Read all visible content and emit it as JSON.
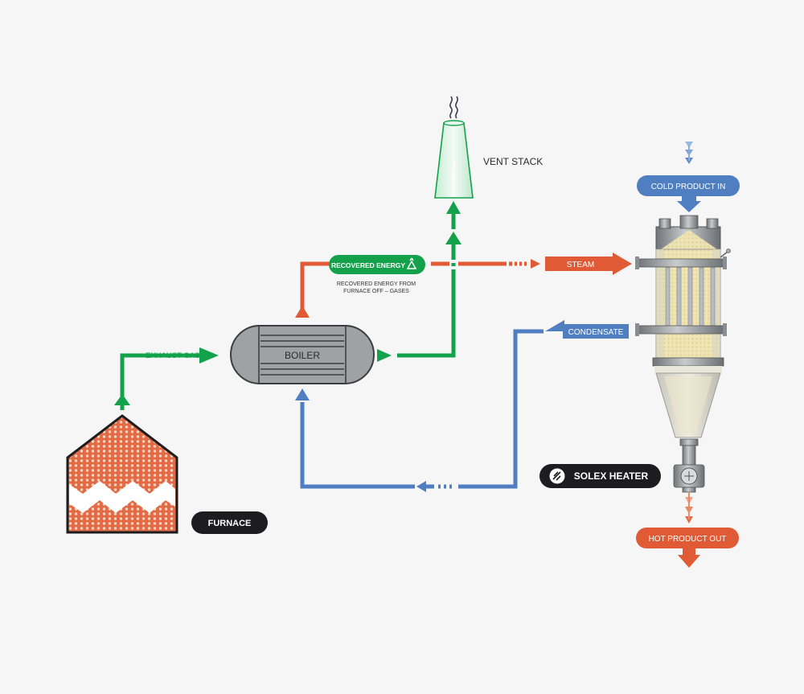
{
  "labels": {
    "vent_stack": "VENT STACK",
    "cold_product_in": "COLD PRODUCT IN",
    "recovered_energy": "RECOVERED ENERGY",
    "recovered_note_line1": "RECOVERED ENERGY FROM",
    "recovered_note_line2": "FURNACE OFF – GASES",
    "steam": "STEAM",
    "condensate": "CONDENSATE",
    "exhaust_gas": "EXHAUST GAS",
    "boiler": "BOILER",
    "furnace": "FURNACE",
    "solex_heater": "SOLEX HEATER",
    "hot_product_out": "HOT PRODUCT OUT"
  },
  "colors": {
    "background": "#f6f6f7",
    "green": "#13a24b",
    "red": "#e05a35",
    "blue": "#4f7fc0",
    "dark": "#1d1d1f",
    "boiler_fill": "#9fa1a4",
    "furnace_fill": "#e26a45",
    "product_fill": "#eee3b0"
  },
  "icons": [
    "recycle-icon",
    "solex-logo-icon",
    "heat-wave-icon"
  ]
}
